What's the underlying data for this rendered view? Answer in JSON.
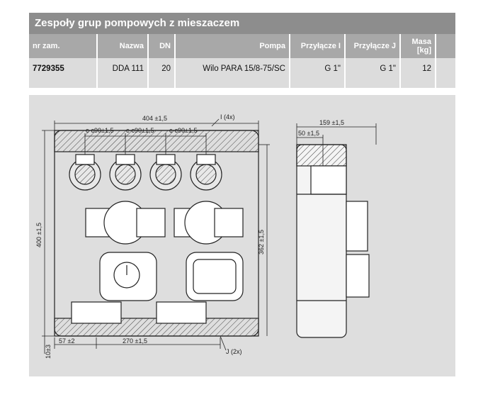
{
  "title": "Zespoły grup pompowych z mieszaczem",
  "table": {
    "headers": [
      "nr zam.",
      "Nazwa",
      "DN",
      "Pompa",
      "Przyłącze I",
      "Przyłącze J",
      "Masa",
      "[kg]"
    ],
    "row": {
      "nr": "7729355",
      "nazwa": "DDA 111",
      "dn": "20",
      "pompa": "Wilo PARA 15/8-75/SC",
      "przylacze_i": "G 1\"",
      "przylacze_j": "G 1\"",
      "masa": "12"
    }
  },
  "drawing": {
    "dim_width": "404 ±1,5",
    "dim_c1": "c-c90±1,5",
    "dim_c2": "c-c90±1,5",
    "dim_c3": "c-c90±1,5",
    "label_i": "I (4x)",
    "dim_height": "400 ±1,5",
    "dim_inner_height": "362 ±1,5",
    "dim_bottom_left": "57 ±2",
    "dim_bottom_mid": "270 ±1,5",
    "dim_bottom_offset": "10±3",
    "label_j": "J (2x)",
    "dim_side_depth": "159 ±1,5",
    "dim_side_offset": "50 ±1,5"
  }
}
